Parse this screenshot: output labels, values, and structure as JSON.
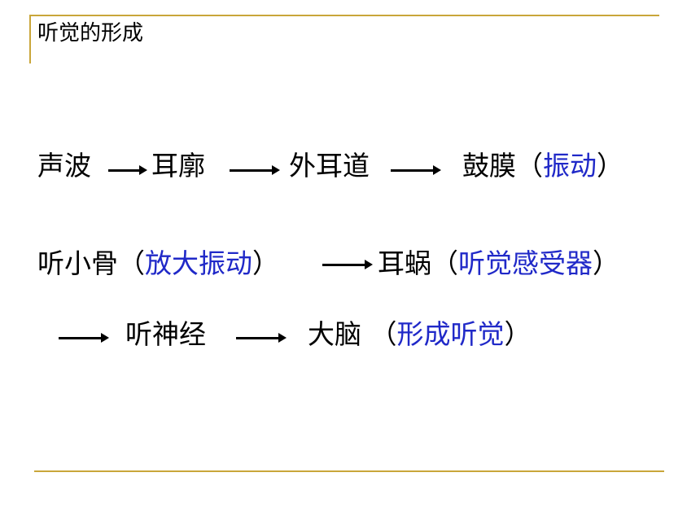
{
  "title": "听觉的形成",
  "line1": {
    "sound_wave": "声波",
    "auricle": "耳廓",
    "ear_canal": "外耳道",
    "eardrum": "鼓膜（",
    "eardrum_note": "振动",
    "eardrum_close": "）"
  },
  "line2": {
    "ossicles": "听小骨（",
    "ossicles_note": "放大振动",
    "ossicles_close": "）",
    "cochlea": "耳蜗（",
    "cochlea_note": "听觉感受器",
    "cochlea_close": "）"
  },
  "line3": {
    "auditory_nerve": "听神经",
    "brain": "大脑 （",
    "brain_note": "形成听觉",
    "brain_close": "）"
  },
  "colors": {
    "accent_line": "#c9a63a",
    "note_blue": "#2029c8"
  }
}
